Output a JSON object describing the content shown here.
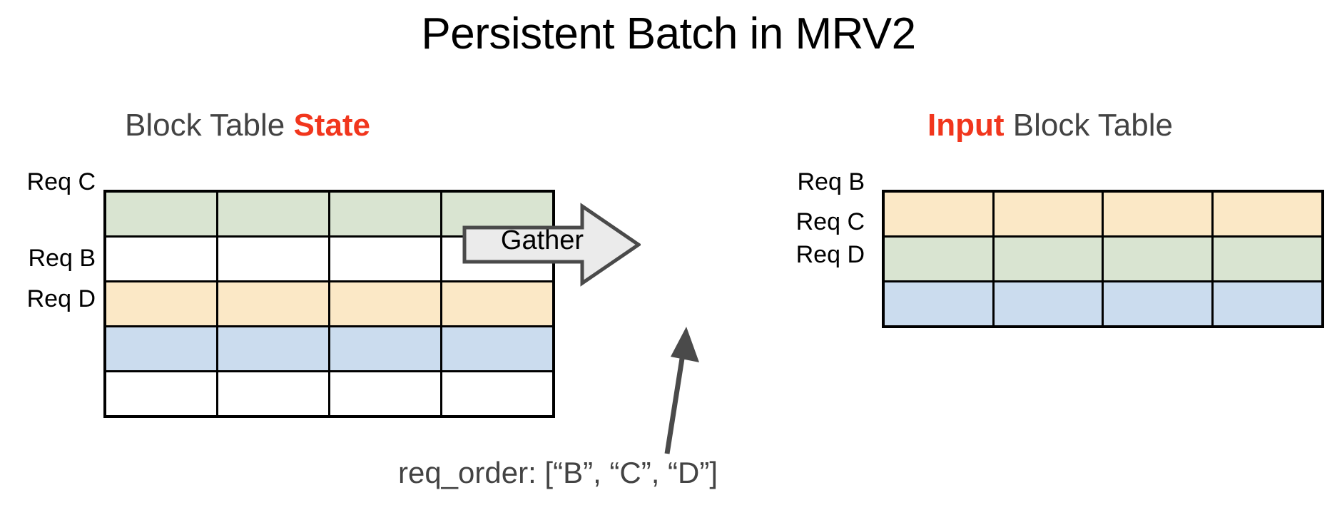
{
  "title": "Persistent Batch in MRV2",
  "left_panel": {
    "heading_prefix": "Block Table ",
    "heading_accent": "State",
    "row_labels": {
      "req_c": "Req C",
      "req_b": "Req B",
      "req_d": "Req D"
    },
    "table": {
      "columns": 4,
      "rows": [
        {
          "fill": "green",
          "label": "Req C"
        },
        {
          "fill": "empty",
          "label": ""
        },
        {
          "fill": "yellow",
          "label": "Req B"
        },
        {
          "fill": "blue",
          "label": "Req D"
        },
        {
          "fill": "empty",
          "label": ""
        }
      ]
    }
  },
  "right_panel": {
    "heading_accent": "Input",
    "heading_suffix": " Block Table",
    "row_labels": {
      "req_b": "Req B",
      "req_c": "Req C",
      "req_d": "Req D"
    },
    "table": {
      "columns": 4,
      "rows": [
        {
          "fill": "yellow",
          "label": "Req B"
        },
        {
          "fill": "green",
          "label": "Req C"
        },
        {
          "fill": "blue",
          "label": "Req D"
        }
      ]
    }
  },
  "gather": {
    "label": "Gather",
    "icon": "right-arrow-icon"
  },
  "pointer": {
    "icon": "up-arrow-icon"
  },
  "caption": "req_order: [“B”, “C”, “D”]",
  "colors": {
    "accent_red": "#f1361d",
    "heading_gray": "#434343",
    "fill_green": "#d9e4d1",
    "fill_yellow": "#fbe8c6",
    "fill_blue": "#cbdcee",
    "grid_black": "#000000",
    "arrow_fill": "#ebebeb",
    "arrow_stroke": "#4a4a4a"
  }
}
